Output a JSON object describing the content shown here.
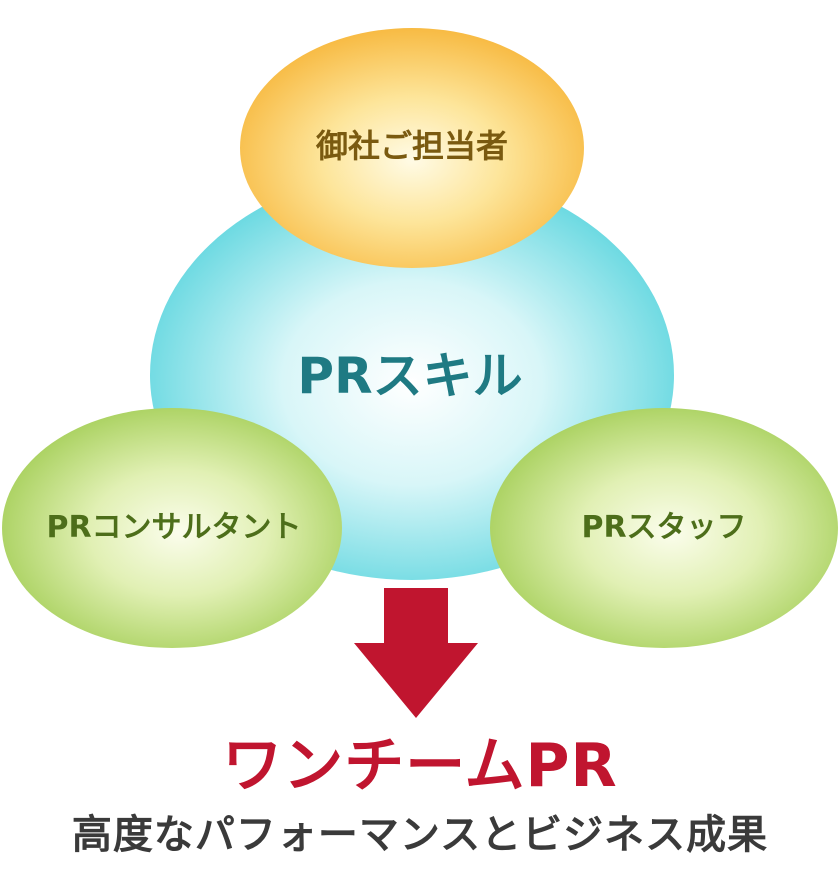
{
  "diagram": {
    "center_node": "PRスキル",
    "top_node": "御社ご担当者",
    "left_node": "PRコンサルタント",
    "right_node": "PRスタッフ"
  },
  "result": {
    "title": "ワンチームPR",
    "subtitle": "高度なパフォーマンスとビジネス成果"
  },
  "colors": {
    "center_fill_edge": "#5fd6df",
    "center_fill_core": "#ffffff",
    "center_text": "#1f7a83",
    "top_fill_edge": "#f9c04c",
    "top_fill_core": "#fff8d8",
    "top_text": "#7a5a10",
    "side_fill_edge": "#a6d05a",
    "side_fill_core": "#fbfde9",
    "side_text": "#4d6e1a",
    "arrow": "#c0152f",
    "title": "#c0152f",
    "subtitle": "#3a3a3a"
  }
}
